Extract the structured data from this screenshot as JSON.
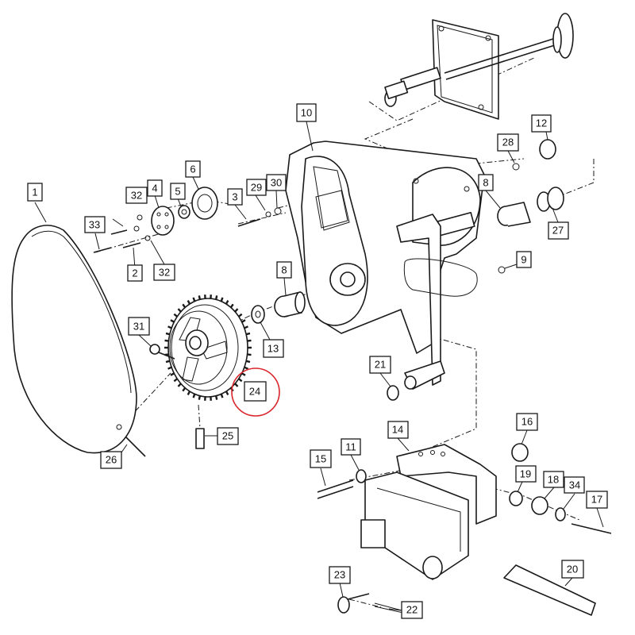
{
  "diagram": {
    "highlight_color": "#d9262c",
    "line_color": "#1a1a1a",
    "highlighted_part": "24",
    "callouts": [
      {
        "id": "c1",
        "label": "1"
      },
      {
        "id": "c2",
        "label": "2"
      },
      {
        "id": "c4",
        "label": "4"
      },
      {
        "id": "c5",
        "label": "5"
      },
      {
        "id": "c6",
        "label": "6"
      },
      {
        "id": "c8a",
        "label": "8"
      },
      {
        "id": "c8b",
        "label": "8"
      },
      {
        "id": "c9",
        "label": "9"
      },
      {
        "id": "c10",
        "label": "10"
      },
      {
        "id": "c11",
        "label": "11"
      },
      {
        "id": "c12",
        "label": "12"
      },
      {
        "id": "c13",
        "label": "13"
      },
      {
        "id": "c14",
        "label": "14"
      },
      {
        "id": "c15",
        "label": "15"
      },
      {
        "id": "c16",
        "label": "16"
      },
      {
        "id": "c17",
        "label": "17"
      },
      {
        "id": "c18",
        "label": "18"
      },
      {
        "id": "c19",
        "label": "19"
      },
      {
        "id": "c20",
        "label": "20"
      },
      {
        "id": "c21",
        "label": "21"
      },
      {
        "id": "c22",
        "label": "22"
      },
      {
        "id": "c23",
        "label": "23"
      },
      {
        "id": "c24",
        "label": "24"
      },
      {
        "id": "c25",
        "label": "25"
      },
      {
        "id": "c26",
        "label": "26"
      },
      {
        "id": "c27",
        "label": "27"
      },
      {
        "id": "c28",
        "label": "28"
      },
      {
        "id": "c29",
        "label": "29"
      },
      {
        "id": "c30",
        "label": "30"
      },
      {
        "id": "c31",
        "label": "31"
      },
      {
        "id": "c32a",
        "label": "32"
      },
      {
        "id": "c32b",
        "label": "32"
      },
      {
        "id": "c33",
        "label": "33"
      },
      {
        "id": "c34",
        "label": "34"
      }
    ]
  }
}
